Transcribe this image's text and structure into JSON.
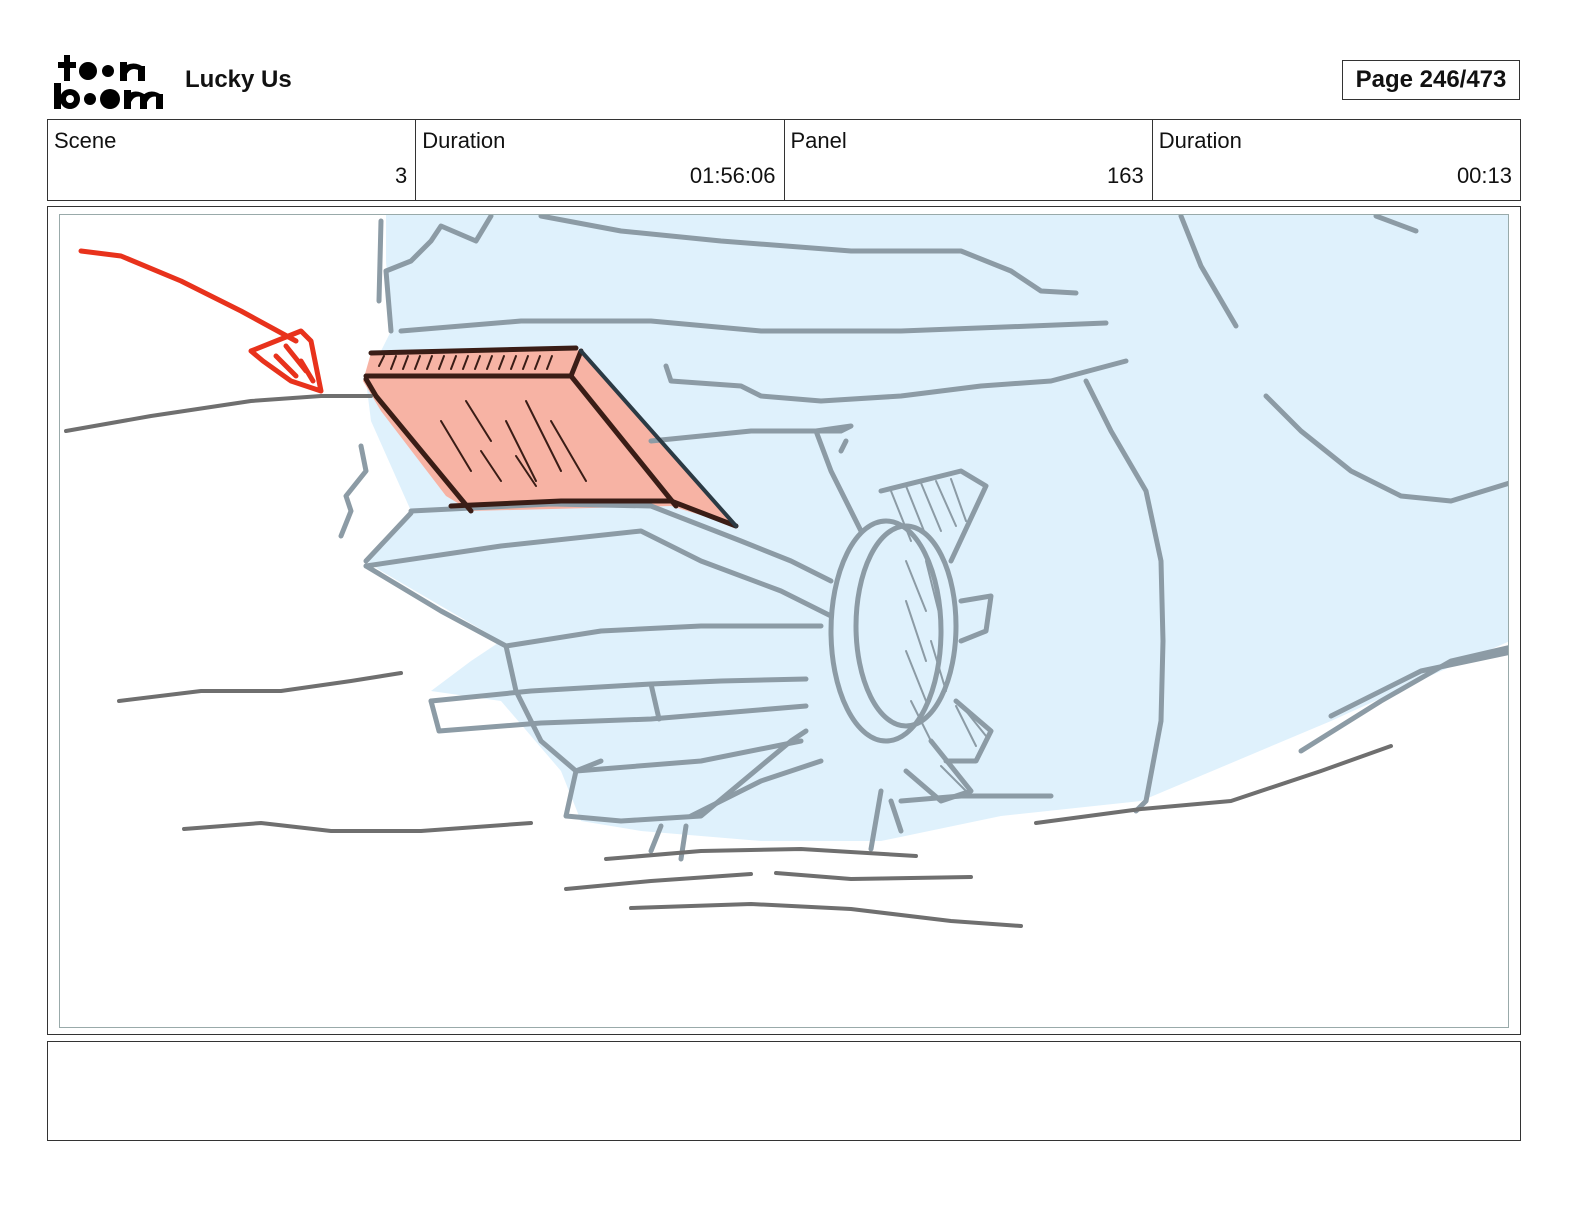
{
  "header": {
    "logo_alt": "toonboom",
    "project_title": "Lucky Us",
    "page_label": "Page 246/473"
  },
  "info": {
    "scene_label": "Scene",
    "scene_value": "3",
    "scene_duration_label": "Duration",
    "scene_duration_value": "01:56:06",
    "panel_label": "Panel",
    "panel_value": "163",
    "panel_duration_label": "Duration",
    "panel_duration_value": "00:13"
  },
  "notes": {
    "text": ""
  },
  "colors": {
    "sky_blue": "#dff1fc",
    "line_gray": "#8c9ba5",
    "ground_gray": "#6f6f6f",
    "salmon": "#f7b3a4",
    "arrow_red": "#e8321c",
    "dark_brown": "#3a1d16"
  }
}
